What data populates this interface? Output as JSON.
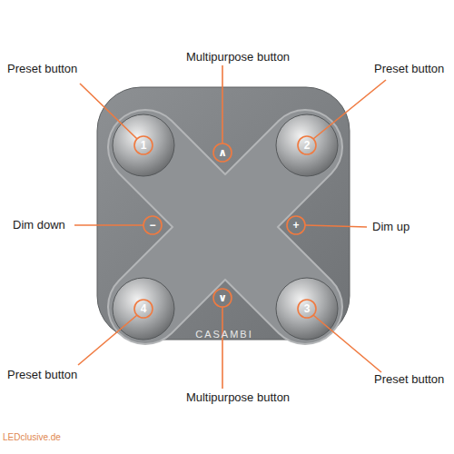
{
  "diagram": {
    "labels": [
      "Preset button",
      "Multipurpose button",
      "Preset button",
      "1",
      "∧",
      "2",
      "Dim down",
      "−",
      "+",
      "Dim up",
      "4",
      "∨",
      "3",
      "CASAMBI",
      "Preset button",
      "Multipurpose button",
      "Preset button",
      "LEDclusive.de"
    ]
  }
}
